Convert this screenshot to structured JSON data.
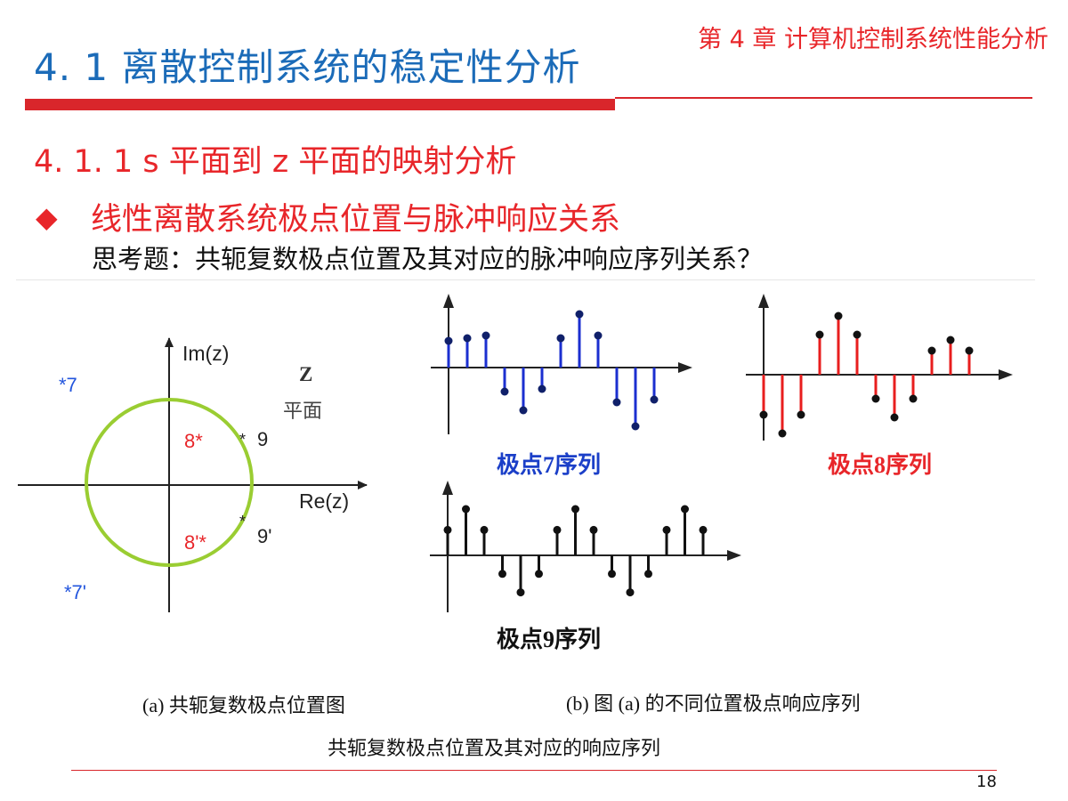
{
  "header": {
    "chapter": "第 4 章  计算机控制系统性能分析",
    "title": "4. 1   离散控制系统的稳定性分析"
  },
  "section": {
    "subtitle": "4. 1. 1  s 平面到 z 平面的映射分析",
    "bullet_icon": "diamond-icon",
    "bullet_text": "线性离散系统极点位置与脉冲响应关系",
    "question": "思考题：共轭复数极点位置及其对应的脉冲响应序列关系？"
  },
  "zplane": {
    "im_label": "Im(z)",
    "re_label": "Re(z)",
    "plane_z": "Z",
    "plane_word": "平面",
    "pole_7": "*7",
    "pole_7p": "*7'",
    "pole_8": "8*",
    "pole_8p": "8'*",
    "pole_9_star": "*",
    "pole_9": "9",
    "pole_9p_star": "*",
    "pole_9p": "9'"
  },
  "sequences": {
    "seq7": {
      "label": "极点7序列",
      "values": [
        0.5,
        0.55,
        0.6,
        -0.45,
        -0.8,
        -0.4,
        0.55,
        1.0,
        0.6,
        -0.65,
        -1.1,
        -0.6
      ],
      "color": "#1b2fd0"
    },
    "seq8": {
      "label": "极点8序列",
      "values": [
        -0.75,
        -1.1,
        -0.75,
        0.75,
        1.1,
        0.75,
        -0.45,
        -0.8,
        -0.45,
        0.45,
        0.65,
        0.45
      ],
      "color": "#e81e1e"
    },
    "seq9": {
      "label": "极点9序列",
      "values": [
        0.55,
        1.0,
        0.55,
        -0.4,
        -0.8,
        -0.4,
        0.55,
        1.0,
        0.55,
        -0.4,
        -0.8,
        -0.4,
        0.55,
        1.0,
        0.55
      ],
      "color": "#111111"
    }
  },
  "captions": {
    "a": "(a) 共轭复数极点位置图",
    "b": "(b) 图 (a) 的不同位置极点响应序列",
    "main": "共轭复数极点位置及其对应的响应序列"
  },
  "colors": {
    "title_blue": "#1b6bb8",
    "accent_red": "#e8262a",
    "circle_green": "#9acd32",
    "label_blue": "#2255dd"
  },
  "page_number": "18"
}
